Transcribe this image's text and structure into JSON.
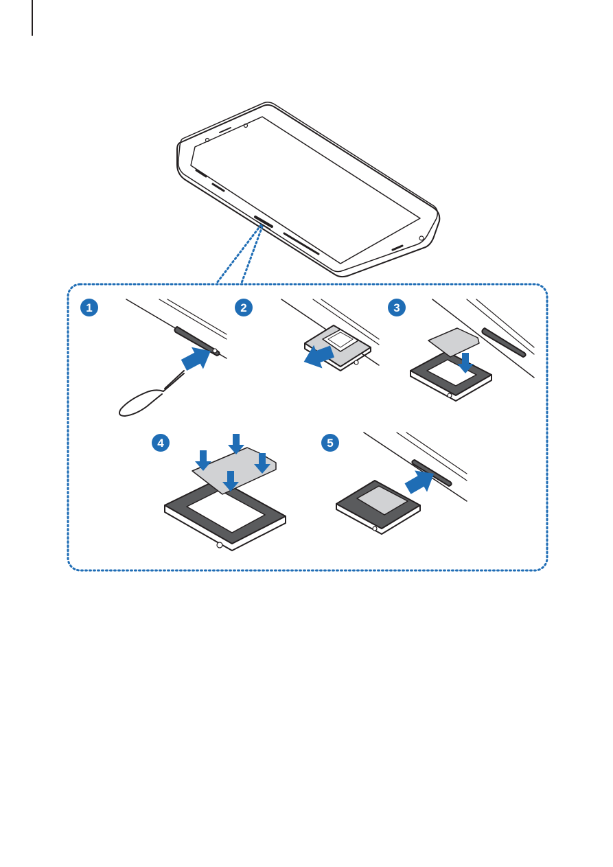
{
  "steps": [
    {
      "number": "1"
    },
    {
      "number": "2"
    },
    {
      "number": "3"
    },
    {
      "number": "4"
    },
    {
      "number": "5"
    }
  ],
  "colors": {
    "accent_blue": "#1f6db5",
    "line": "#231f20",
    "tray_dark": "#5a5b5d",
    "card_gray": "#d1d2d4"
  },
  "icons": [
    "phone-illustration",
    "ejection-pin-icon",
    "insert-arrow-icon",
    "press-down-arrow-icon",
    "sim-card-icon",
    "sim-tray-icon"
  ]
}
